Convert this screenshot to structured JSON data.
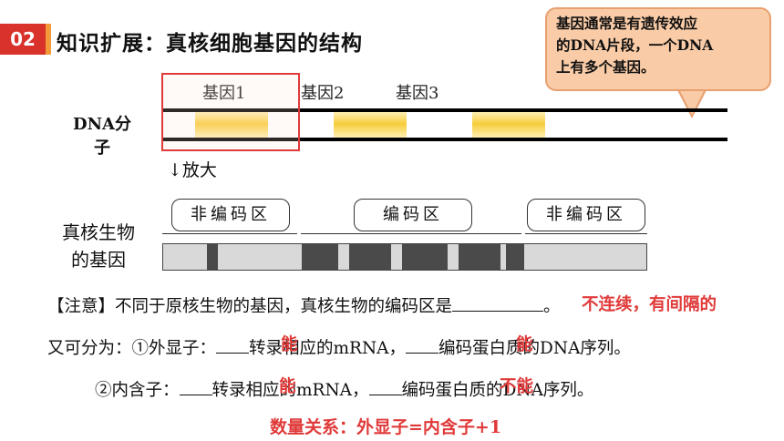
{
  "header": {
    "badge": "02",
    "title": "知识扩展：真核细胞基因的结构"
  },
  "callout": {
    "text": [
      "基因通常是有遗传效应",
      "的DNA片段，一个DNA",
      "上有多个基因。"
    ]
  },
  "diagram": {
    "genes": [
      "基因1",
      "基因2",
      "基因3"
    ],
    "dna_label": [
      "DNA分",
      "子"
    ],
    "zoom_label": "↓放大",
    "regions": [
      "非编码区",
      "编码区",
      "非编码区"
    ],
    "eukaryote_label": [
      "真核生物",
      "的基因"
    ]
  },
  "notes": {
    "line1_prefix": "【注意】不同于原核生物的基因，真核生物的编码区是",
    "line1_answer": "不连续，有间隔的",
    "line1_suffix": "。",
    "line2_a": "又可分为：①外显子：",
    "line2_ans1": "能",
    "line2_b": "转录相应的mRNA，",
    "line2_ans2": "能",
    "line2_c": "编码蛋白质的DNA序列。",
    "line3_a": "②内含子：",
    "line3_ans1": "能",
    "line3_b": "转录相应的mRNA，",
    "line3_ans2": "不能",
    "line3_c": "编码蛋白质的DNA序列。",
    "line4": "数量关系：外显子=内含子+1"
  },
  "colors": {
    "accent_red": "#d8322b",
    "answer_red": "#e03a3a",
    "callout_bg": "#f9cba6",
    "gene_yellow": "#f7cd3c"
  }
}
